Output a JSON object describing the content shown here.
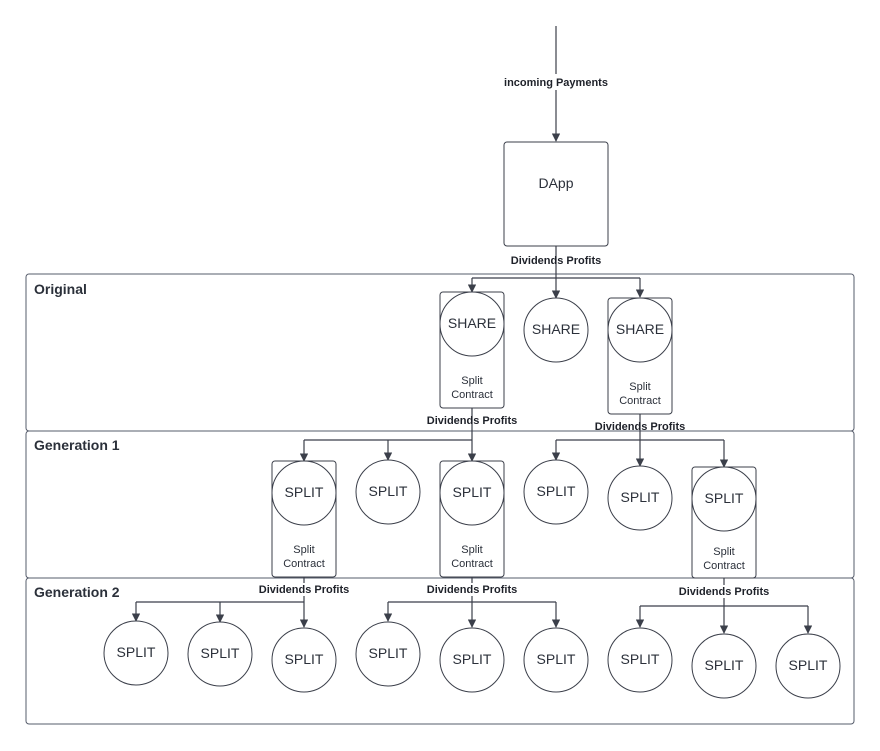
{
  "lanes": {
    "original": "Original",
    "generation_1": "Generation 1",
    "generation_2": "Generation 2"
  },
  "flow": {
    "incoming": "incoming Payments",
    "dapp": "DApp",
    "dividends_profits": "Dividends Profits"
  },
  "nodes": {
    "share": "SHARE",
    "split": "SPLIT",
    "split_contract_line1": "Split",
    "split_contract_line2": "Contract"
  }
}
